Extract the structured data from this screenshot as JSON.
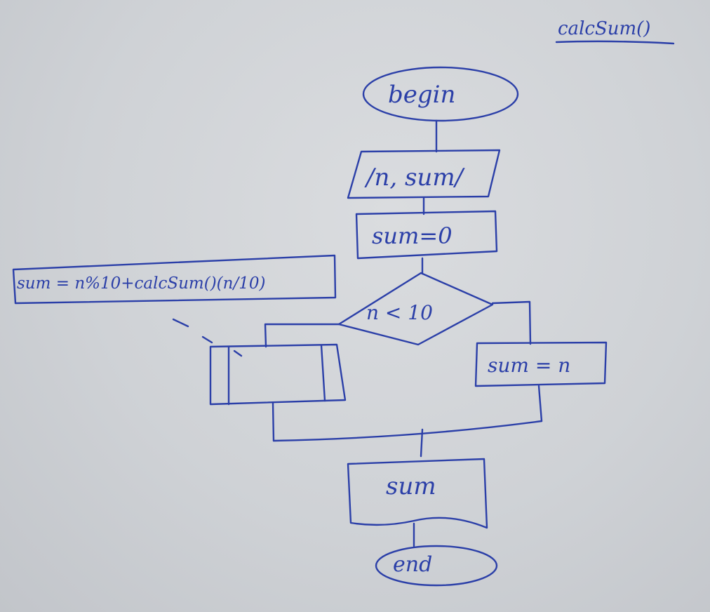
{
  "diagram": {
    "title": "calcSum()",
    "nodes": {
      "start": "begin",
      "input": "/n, sum/",
      "init": "sum=0",
      "condition": "n < 10",
      "true_branch": "sum = n",
      "comment": "sum = n%10+calcSum()(n/10)",
      "output": "sum",
      "end": "end"
    }
  },
  "colors": {
    "ink": "#2b3fa8",
    "paper": "#d4d6da"
  }
}
